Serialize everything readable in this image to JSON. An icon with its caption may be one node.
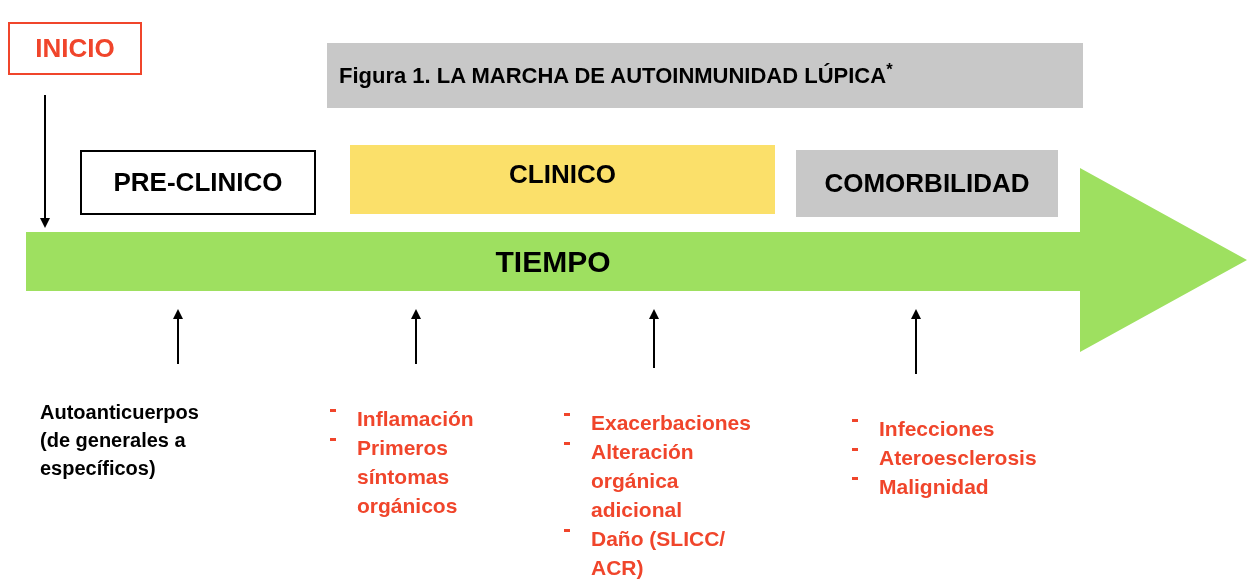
{
  "diagram": {
    "title": "Figura 1. LA MARCHA DE AUTOINMUNIDAD LÚPICA$^{*}$",
    "nodes": [
      {
        "text": [
          "INICIO"
        ]
      },
      {
        "text": [
          "PRE-CLINICO"
        ]
      },
      {
        "text": [
          "CLINICO"
        ]
      },
      {
        "text": [
          "COMORBILIDAD"
        ]
      },
      {
        "text": [
          "TIEMPO"
        ]
      },
      {
        "text": [
          "Autoanticuerpos (de generales a específicos)"
        ]
      },
      {
        "text": [
          "Inflamación",
          "Primeros síntomas orgánicos"
        ]
      },
      {
        "text": [
          "Exacerbaciones",
          "Alteración orgánica adicional",
          "Daño (SLICC/ ACR)"
        ]
      },
      {
        "text": [
          "Infecciones",
          "Ateroesclerosis",
          "Malignidad"
        ]
      }
    ],
    "edges": [
      {
        "from": 0,
        "to": 4,
        "arrow": "to"
      },
      {
        "from": 5,
        "to": 4,
        "arrow": "to"
      },
      {
        "from": 6,
        "to": 4,
        "arrow": "to"
      },
      {
        "from": 7,
        "to": 4,
        "arrow": "to"
      },
      {
        "from": 8,
        "to": 4,
        "arrow": "to"
      }
    ]
  }
}
